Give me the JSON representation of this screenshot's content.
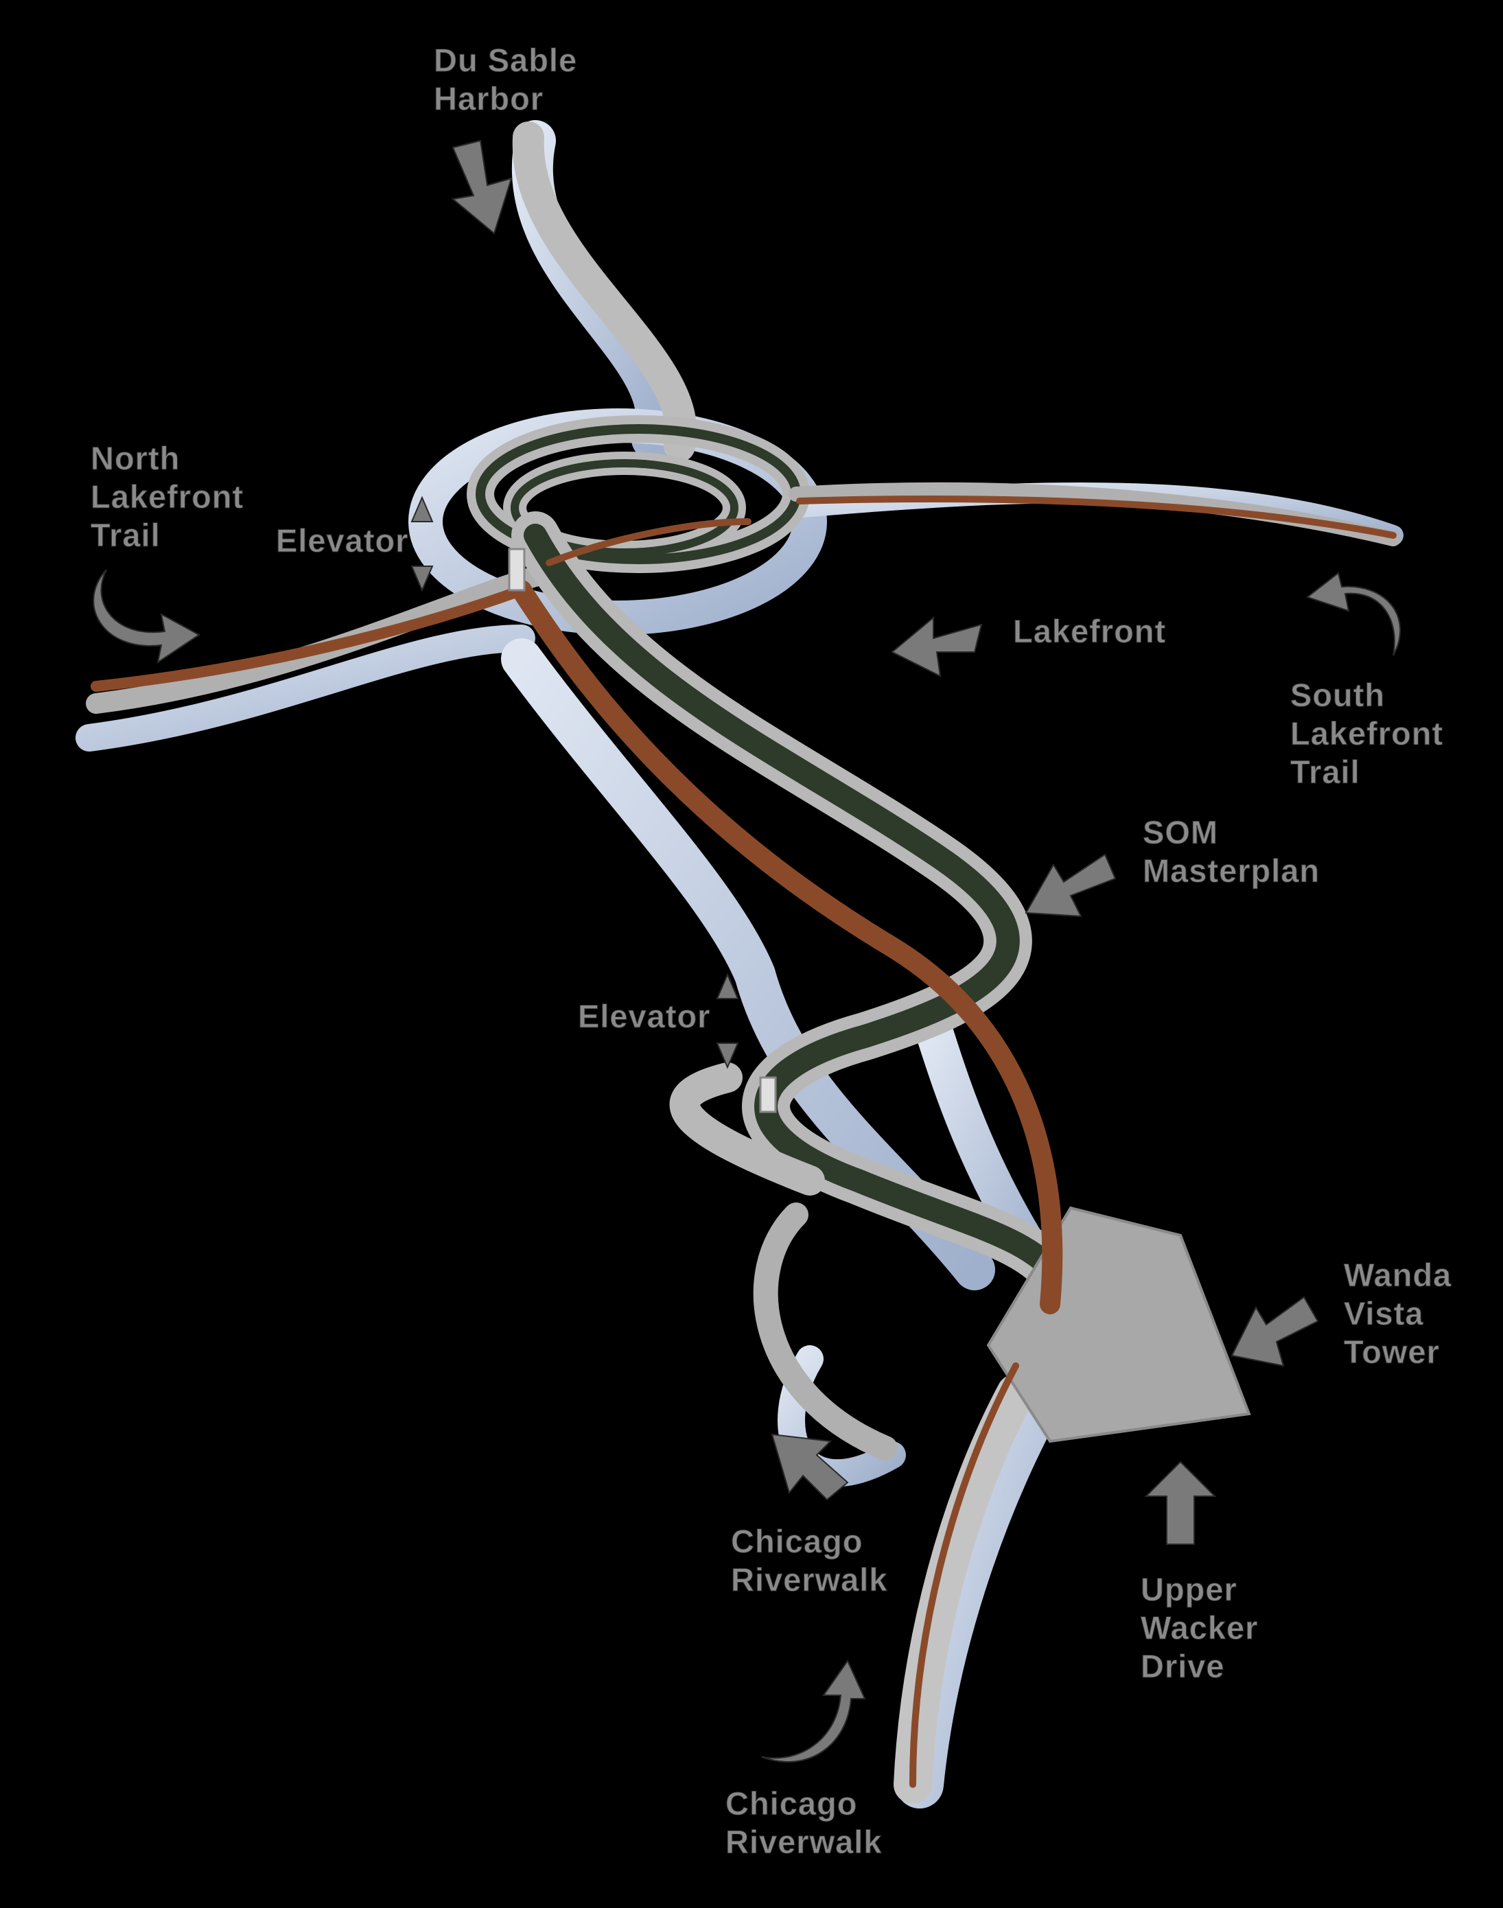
{
  "labels": {
    "du_sable_harbor": [
      "Du Sable",
      "Harbor"
    ],
    "north_lakefront_trail": [
      "North",
      "Lakefront",
      "Trail"
    ],
    "elevator_top": "Elevator",
    "lakefront": "Lakefront",
    "south_lakefront_trail": [
      "South",
      "Lakefront",
      "Trail"
    ],
    "som_masterplan": [
      "SOM",
      "Masterplan"
    ],
    "elevator_mid": "Elevator",
    "wanda_vista_tower": [
      "Wanda",
      "Vista",
      "Tower"
    ],
    "chicago_riverwalk_upper": [
      "Chicago",
      "Riverwalk"
    ],
    "upper_wacker_drive": [
      "Upper",
      "Wacker",
      "Drive"
    ],
    "chicago_riverwalk_lower": [
      "Chicago",
      "Riverwalk"
    ]
  },
  "colors": {
    "background": "#000000",
    "label_text": "#8a8a8a",
    "arrow": "#7a7a7a",
    "deck": "#b8b8b8",
    "underside": "#c8d4e8",
    "rust_path": "#8a4a2a",
    "planting": "#2e3a2a"
  }
}
